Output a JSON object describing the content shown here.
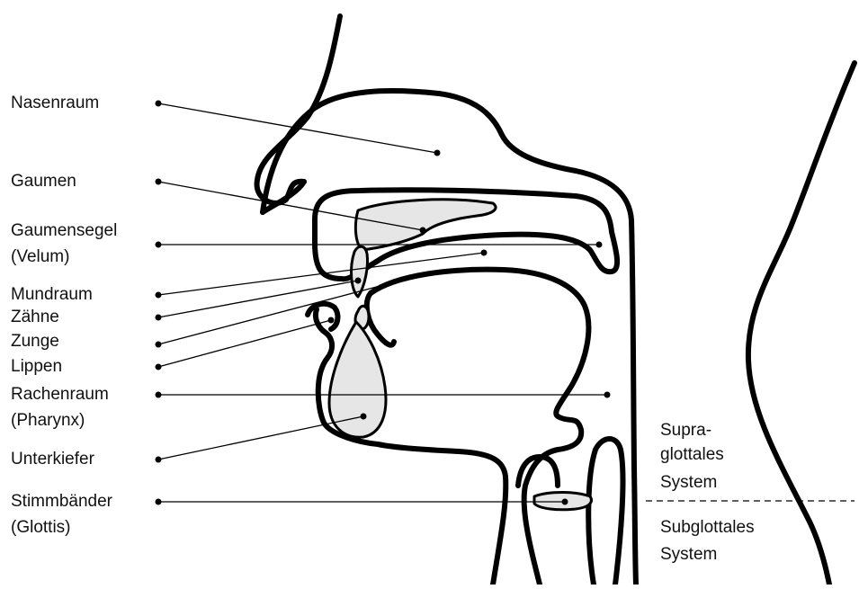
{
  "colors": {
    "structure_fill": "#e6e6e6",
    "outline": "#000000",
    "background": "#ffffff"
  },
  "labels": {
    "nasenraum": "Nasenraum",
    "gaumen": "Gaumen",
    "gaumensegel": "Gaumensegel",
    "velum": "(Velum)",
    "mundraum": "Mundraum",
    "zaehne": "Zähne",
    "zunge": "Zunge",
    "lippen": "Lippen",
    "rachenraum": "Rachenraum",
    "pharynx": "(Pharynx)",
    "unterkiefer": "Unterkiefer",
    "stimmbaender": "Stimmbänder",
    "glottis": "(Glottis)"
  },
  "regions": {
    "supra_1": "Supra-",
    "supra_2": "glottales",
    "supra_3": "System",
    "sub_1": "Subglottales",
    "sub_2": "System"
  }
}
